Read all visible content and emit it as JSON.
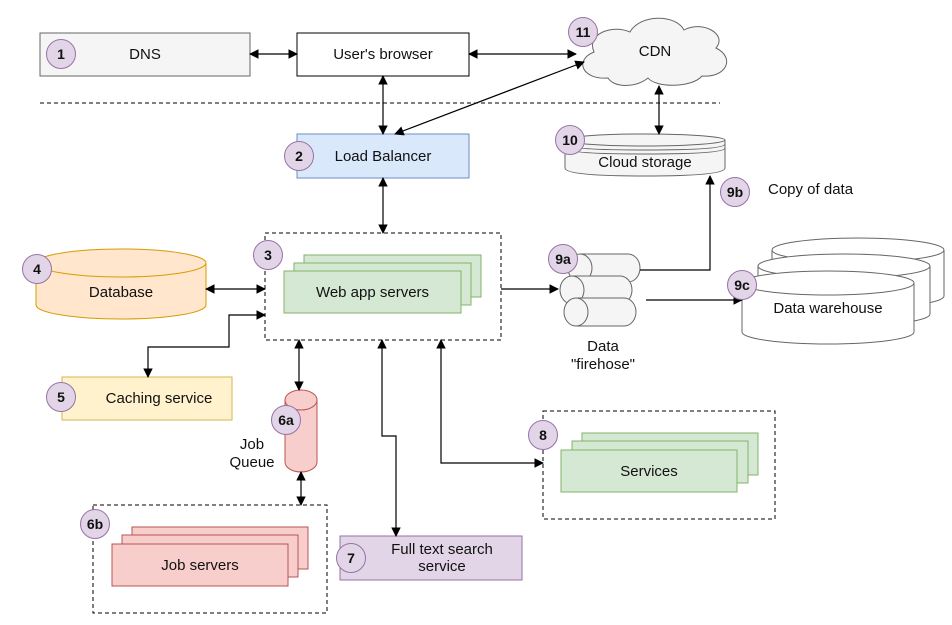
{
  "nodes": {
    "dns": "DNS",
    "browser": "User's browser",
    "cdn": "CDN",
    "load_balancer": "Load Balancer",
    "cloud_storage": "Cloud storage",
    "database": "Database",
    "web_app_servers": "Web app servers",
    "caching_service": "Caching service",
    "job_servers": "Job servers",
    "full_text_search_line1": "Full text search",
    "full_text_search_line2": "service",
    "services": "Services",
    "data_warehouse": "Data warehouse"
  },
  "labels": {
    "copy_of_data": "Copy of data",
    "firehose_line1": "Data",
    "firehose_line2": "\"firehose\"",
    "job_queue_line1": "Job",
    "job_queue_line2": "Queue"
  },
  "badges": {
    "dns": "1",
    "load_balancer": "2",
    "web_app": "3",
    "database": "4",
    "caching": "5",
    "job_queue": "6a",
    "job_servers": "6b",
    "search": "7",
    "services": "8",
    "firehose": "9a",
    "copy": "9b",
    "warehouse": "9c",
    "cloud_storage": "10",
    "cdn": "11"
  },
  "colors": {
    "grey_fill": "#f5f5f5",
    "grey_stroke": "#666666",
    "blue_fill": "#dae8fc",
    "blue_stroke": "#6c8ebf",
    "green_fill": "#d5e8d4",
    "green_stroke": "#82b366",
    "yellow_fill": "#fff2cc",
    "yellow_stroke": "#d6b656",
    "orange_fill": "#ffe6cc",
    "orange_stroke": "#d79b00",
    "red_fill": "#f8cecc",
    "red_stroke": "#b85450",
    "purple_fill": "#e1d5e7",
    "purple_stroke": "#9673a6"
  }
}
